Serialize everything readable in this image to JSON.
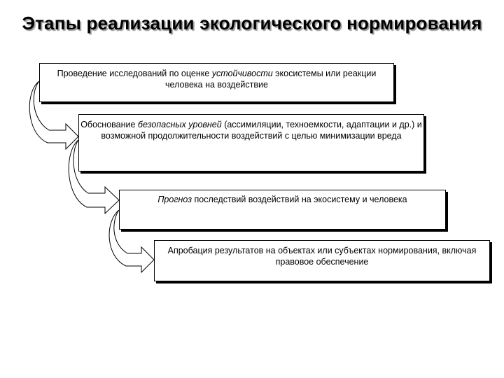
{
  "title": "Этапы реализации экологического нормирования",
  "steps": [
    {
      "parts": [
        {
          "t": "Проведение исследований по оценке ",
          "i": false
        },
        {
          "t": "устойчивости",
          "i": true
        },
        {
          "t": " экосистемы или реакции человека на воздействие",
          "i": false
        }
      ]
    },
    {
      "parts": [
        {
          "t": "Обоснование ",
          "i": false
        },
        {
          "t": "безопасных уровней",
          "i": true
        },
        {
          "t": " (ассимиляции, техноемкости, адаптации и др.) и возможной продолжительности воздействий с целью минимизации вреда",
          "i": false
        }
      ]
    },
    {
      "parts": [
        {
          "t": "Прогноз",
          "i": true
        },
        {
          "t": " последствий воздействий на экосистему и человека",
          "i": false
        }
      ]
    },
    {
      "parts": [
        {
          "t": "Апробация результатов на объектах или субъектах нормирования, включая правовое обеспечение",
          "i": false
        }
      ]
    }
  ],
  "colors": {
    "shadow": "#000000",
    "arrow_fill": "#ffffff",
    "arrow_stroke": "#000000"
  }
}
